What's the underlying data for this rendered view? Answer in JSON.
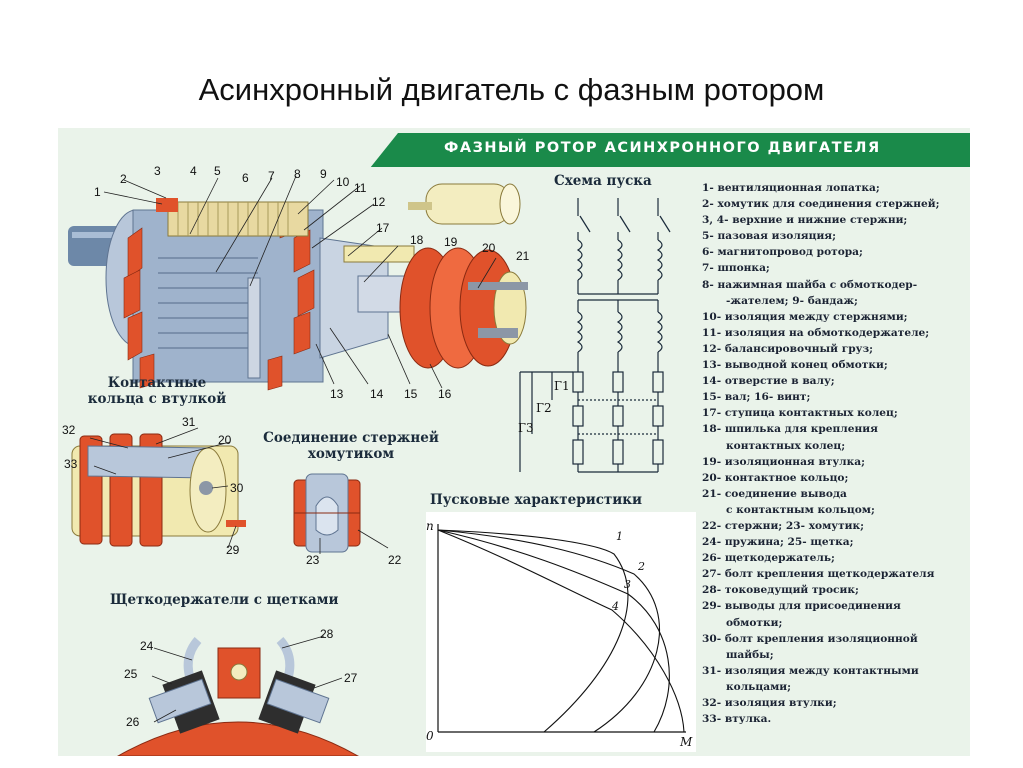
{
  "slide": {
    "title": "Асинхронный двигатель с фазным ротором"
  },
  "banner": {
    "title": "ФАЗНЫЙ  РОТОР  АСИНХРОННОГО  ДВИГАТЕЛЯ"
  },
  "sections": {
    "start_scheme": "Схема   пуска",
    "slip_rings": [
      "Контактные",
      "кольца  с  втулкой"
    ],
    "bar_joint": [
      "Соединение  стержней",
      "хомутиком"
    ],
    "brush_holders": "Щеткодержатели  с  щетками",
    "start_characteristics": "Пусковые   характеристики"
  },
  "callouts": {
    "main": [
      "1",
      "2",
      "3",
      "4",
      "5",
      "6",
      "7",
      "8",
      "9",
      "10",
      "11",
      "12",
      "13",
      "14",
      "15",
      "16",
      "17",
      "18",
      "19",
      "20",
      "21"
    ],
    "rings": [
      "32",
      "31",
      "20",
      "33",
      "30",
      "29"
    ],
    "joint": [
      "23",
      "22"
    ],
    "brush": [
      "24",
      "28",
      "25",
      "27",
      "26"
    ]
  },
  "scheme": {
    "labels": [
      "Г1",
      "Г2",
      "Г3"
    ]
  },
  "chart_axes": {
    "y_label": "n",
    "origin": "0",
    "x_label": "M",
    "curve_labels": [
      "1",
      "2",
      "3",
      "4"
    ]
  },
  "legend": [
    {
      "text": "1- вентиляционная  лопатка;",
      "indent": false
    },
    {
      "text": "2- хомутик  для  соединения  стержней;",
      "indent": false
    },
    {
      "text": "3, 4- верхние  и  нижние  стержни;",
      "indent": false
    },
    {
      "text": "5- пазовая  изоляция;",
      "indent": false
    },
    {
      "text": "6- магнитопровод  ротора;",
      "indent": false
    },
    {
      "text": "7- шпонка;",
      "indent": false
    },
    {
      "text": "8- нажимная  шайба  с  обмоткодер-",
      "indent": false
    },
    {
      "text": "-жателем;       9- бандаж;",
      "indent": true
    },
    {
      "text": "10- изоляция  между  стержнями;",
      "indent": false
    },
    {
      "text": "11- изоляция  на  обмоткодержателе;",
      "indent": false
    },
    {
      "text": "12- балансировочный  груз;",
      "indent": false
    },
    {
      "text": "13- выводной  конец  обмотки;",
      "indent": false
    },
    {
      "text": "14- отверстие  в  валу;",
      "indent": false
    },
    {
      "text": "15- вал;          16- винт;",
      "indent": false
    },
    {
      "text": "17- ступица  контактных  колец;",
      "indent": false
    },
    {
      "text": "18- шпилька  для  крепления",
      "indent": false
    },
    {
      "text": "контактных  колец;",
      "indent": true
    },
    {
      "text": "19- изоляционная  втулка;",
      "indent": false
    },
    {
      "text": "20- контактное  кольцо;",
      "indent": false
    },
    {
      "text": "21- соединение  вывода",
      "indent": false
    },
    {
      "text": "с  контактным  кольцом;",
      "indent": true
    },
    {
      "text": "22- стержни;      23- хомутик;",
      "indent": false
    },
    {
      "text": "24- пружина;     25- щетка;",
      "indent": false
    },
    {
      "text": "26- щеткодержатель;",
      "indent": false
    },
    {
      "text": "27- болт  крепления  щеткодержателя",
      "indent": false
    },
    {
      "text": "28- токоведущий  тросик;",
      "indent": false
    },
    {
      "text": "29- выводы  для  присоединения",
      "indent": false
    },
    {
      "text": "обмотки;",
      "indent": true
    },
    {
      "text": "30- болт  крепления  изоляционной",
      "indent": false
    },
    {
      "text": "шайбы;",
      "indent": true
    },
    {
      "text": "31- изоляция  между  контактными",
      "indent": false
    },
    {
      "text": "кольцами;",
      "indent": true
    },
    {
      "text": "32- изоляция  втулки;",
      "indent": false
    },
    {
      "text": "33- втулка.",
      "indent": false
    }
  ],
  "colors": {
    "banner": "#1a8a4a",
    "poster_bg": "#eaf3ea",
    "winding": "#e0522b",
    "steel": "#9aaec7",
    "yellow": "#f1e9b0"
  }
}
